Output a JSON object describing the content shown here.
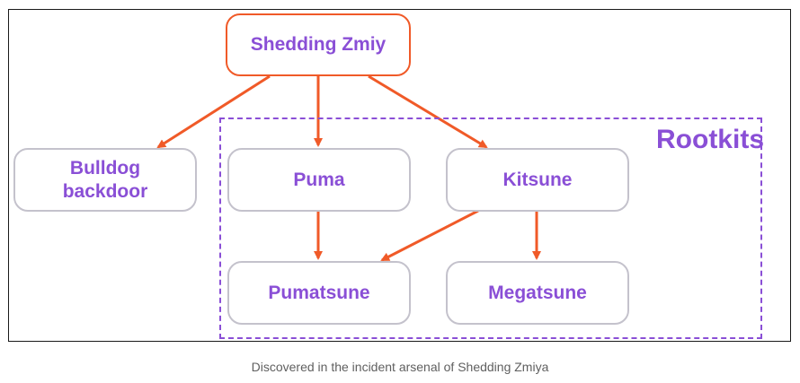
{
  "diagram": {
    "root": {
      "label": "Shedding Zmiy"
    },
    "group": {
      "label": "Rootkits"
    },
    "nodes": {
      "bulldog": {
        "line1": "Bulldog",
        "line2": "backdoor"
      },
      "puma": {
        "label": "Puma"
      },
      "kitsune": {
        "label": "Kitsune"
      },
      "pumatsune": {
        "label": "Pumatsune"
      },
      "megatsune": {
        "label": "Megatsune"
      }
    },
    "colors": {
      "accent_orange": "#f05a28",
      "text_purple": "#8a4fd6",
      "node_border": "#c4c2cc",
      "caption_gray": "#5f5f5f"
    }
  },
  "caption": "Discovered in the incident arsenal of Shedding Zmiya"
}
